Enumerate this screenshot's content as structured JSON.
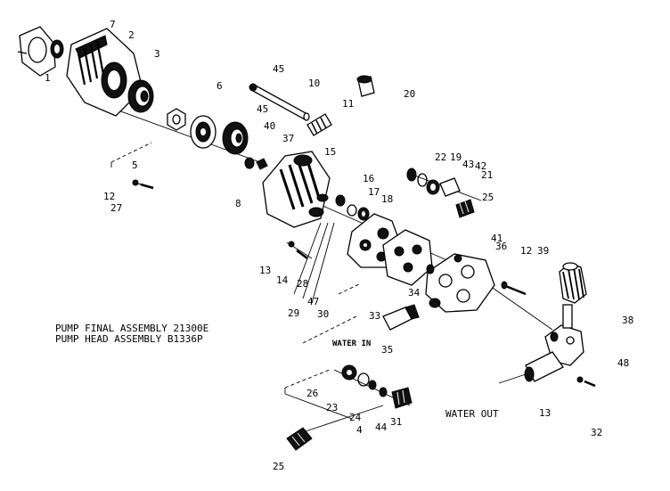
{
  "captions": {
    "final": "PUMP FINAL ASSEMBLY 21300E",
    "head": "PUMP HEAD ASSEMBLY B1336P"
  },
  "tags": {
    "water_in": "WATER IN",
    "water_out": "WATER OUT"
  },
  "parts": {
    "p1": "1",
    "p2": "2",
    "p3": "3",
    "p4": "4",
    "p5": "5",
    "p6": "6",
    "p7": "7",
    "p8": "8",
    "p10": "10",
    "p11": "11",
    "p12a": "12",
    "p12b": "12",
    "p13a": "13",
    "p13b": "13",
    "p14": "14",
    "p15": "15",
    "p16": "16",
    "p17": "17",
    "p18": "18",
    "p19": "19",
    "p20": "20",
    "p21": "21",
    "p22": "22",
    "p23": "23",
    "p24": "24",
    "p25a": "25",
    "p25b": "25",
    "p26": "26",
    "p27": "27",
    "p28": "28",
    "p29": "29",
    "p30": "30",
    "p31": "31",
    "p32": "32",
    "p33": "33",
    "p34": "34",
    "p35": "35",
    "p36": "36",
    "p37": "37",
    "p38": "38",
    "p39": "39",
    "p40": "40",
    "p41": "41",
    "p42": "42",
    "p43": "43",
    "p44": "44",
    "p45a": "45",
    "p45b": "45",
    "p47": "47",
    "p48": "48"
  }
}
